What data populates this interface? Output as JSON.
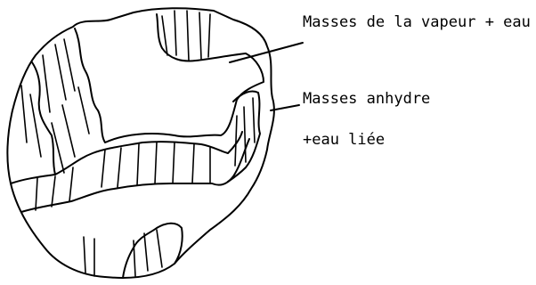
{
  "diagram": {
    "labels": {
      "vapeur": "Masses de la vapeur + eau libre",
      "anhydre_line1": "Masses anhydre",
      "anhydre_line2": "+eau liée"
    },
    "colors": {
      "ink": "#000000",
      "background": "#ffffff"
    }
  }
}
